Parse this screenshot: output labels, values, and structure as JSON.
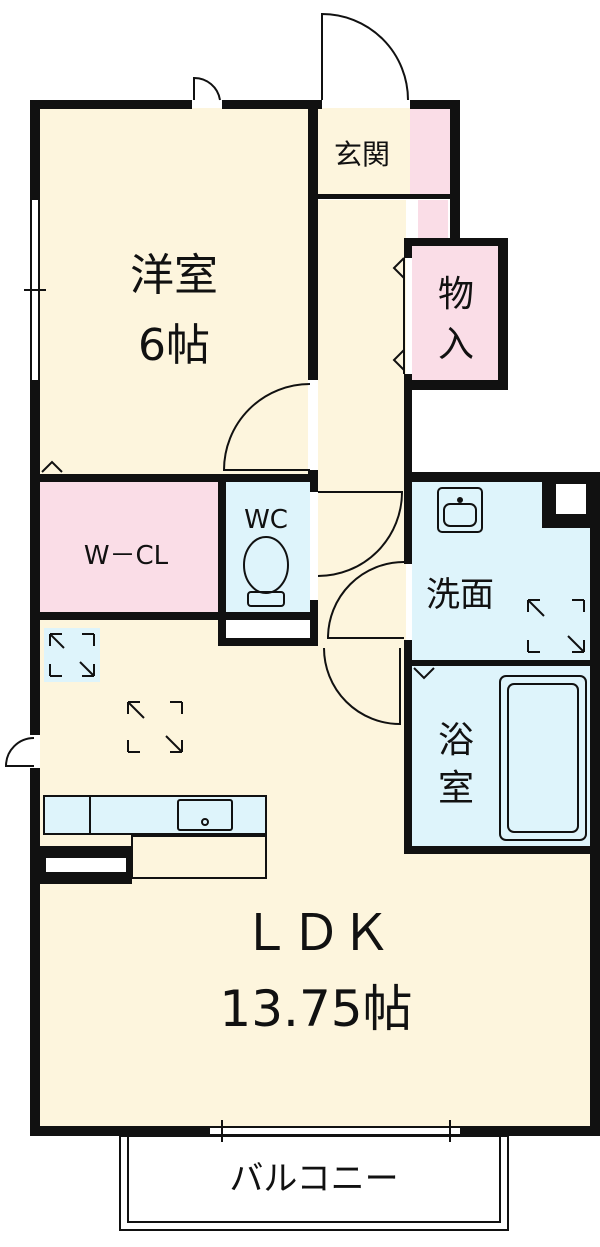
{
  "floorplan": {
    "rooms": {
      "western_room": {
        "name": "洋室",
        "size": "6帖"
      },
      "entrance": {
        "name": "玄関"
      },
      "storage": {
        "line1": "物",
        "line2": "入"
      },
      "toilet": {
        "name": "WC"
      },
      "walk_in_closet": {
        "name": "W－CL"
      },
      "washroom": {
        "name": "洗面"
      },
      "bathroom": {
        "line1": "浴",
        "line2": "室"
      },
      "ldk": {
        "name": "ＬＤＫ",
        "size": "13.75帖"
      },
      "balcony": {
        "name": "バルコニー"
      }
    },
    "colors": {
      "living_floor": "#fdf5dd",
      "storage_pink": "#fadde7",
      "wet_area_blue": "#def4fb",
      "wall": "#111111",
      "balcony_floor": "#ffffff"
    }
  }
}
